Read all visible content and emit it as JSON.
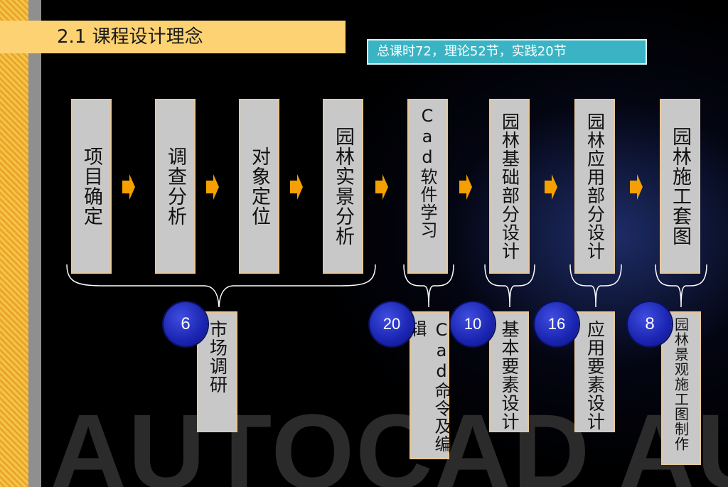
{
  "title": "2.1 课程设计理念",
  "summary": "总课时72，理论52节，实践20节",
  "watermark": "AUTOCAD AUTOCAD",
  "colors": {
    "title_bar": "#fdd272",
    "summary_bg": "#3ab4c4",
    "box_bg": "#c8c8c8",
    "arrow": "#f5a000",
    "circle": "#2430c8"
  },
  "stages": [
    "项目确定",
    "调查分析",
    "对象定位",
    "园林实景分析",
    "Cad软件学习",
    "园林基础部分设计",
    "园林应用部分设计",
    "园林施工套图"
  ],
  "modules": [
    {
      "hours": "6",
      "label": "市场调研"
    },
    {
      "hours": "20",
      "label": "Cad命令及编辑"
    },
    {
      "hours": "10",
      "label": "基本要素设计"
    },
    {
      "hours": "16",
      "label": "应用要素设计"
    },
    {
      "hours": "8",
      "label": "园林景观施工图制作"
    }
  ]
}
